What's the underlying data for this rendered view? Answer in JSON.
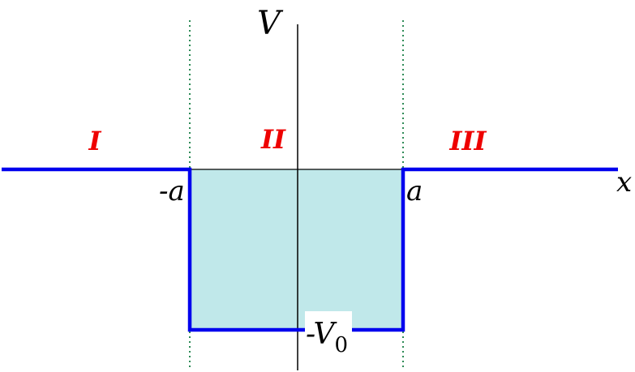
{
  "diagram": {
    "axes": {
      "y_label": "V",
      "x_label": "x"
    },
    "boundaries": {
      "left_label": "-a",
      "right_label": "a"
    },
    "depth": {
      "label_prefix": "-V",
      "label_subscript": "0"
    },
    "regions": [
      {
        "label": "I"
      },
      {
        "label": "II"
      },
      {
        "label": "III"
      }
    ],
    "colors": {
      "potential_line": "#0000ee",
      "well_fill": "#c0e8ea",
      "region_label": "#ee0000",
      "boundary_dotted": "#2e8b57",
      "axis": "#000000"
    }
  }
}
